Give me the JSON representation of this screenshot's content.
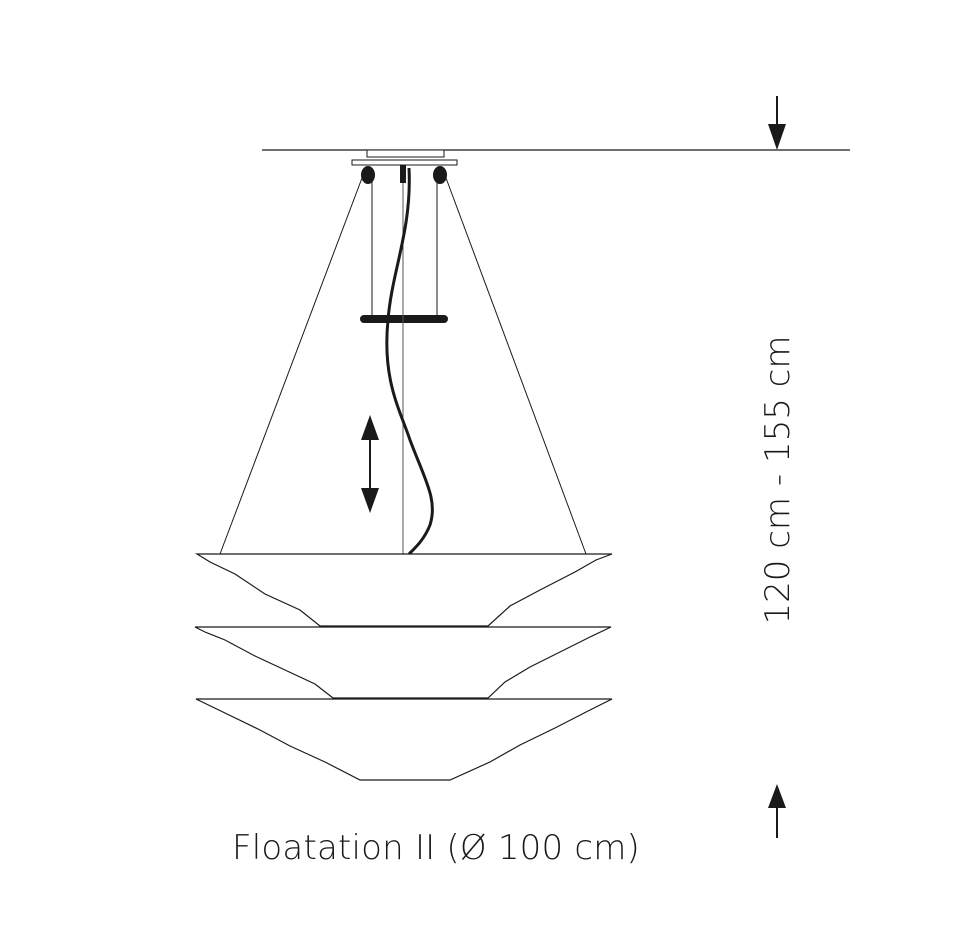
{
  "product": {
    "caption": "Floatation II (Ø 100 cm)",
    "name": "Floatation II",
    "diameter": "Ø 100 cm"
  },
  "dimension": {
    "label": "120 cm  -  155 cm",
    "min": "120 cm",
    "max": "155 cm"
  },
  "icons": {
    "ceiling_arrow": "arrow-down-icon",
    "floor_arrow": "arrow-up-icon",
    "adjust_arrow": "double-arrow-vertical-icon"
  },
  "colors": {
    "line": "#1a1a1a",
    "background": "#ffffff"
  }
}
